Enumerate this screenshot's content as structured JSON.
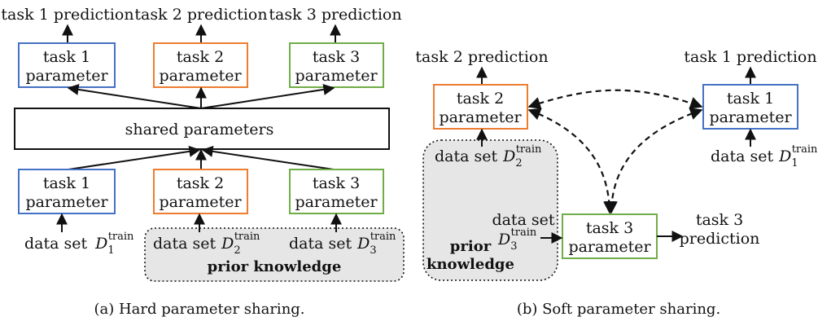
{
  "colors": {
    "blue": "#4472c4",
    "orange": "#ed7d31",
    "green": "#70ad47",
    "shaded": "#e6e6e6",
    "ink": "#111111"
  },
  "hard": {
    "top_predictions": [
      "task 1 prediction",
      "task 2 prediction",
      "task 3 prediction"
    ],
    "top_boxes": [
      {
        "line1": "task 1",
        "line2": "parameter"
      },
      {
        "line1": "task 2",
        "line2": "parameter"
      },
      {
        "line1": "task 3",
        "line2": "parameter"
      }
    ],
    "shared": "shared parameters",
    "bottom_boxes": [
      {
        "line1": "task 1",
        "line2": "parameter"
      },
      {
        "line1": "task 2",
        "line2": "parameter"
      },
      {
        "line1": "task 3",
        "line2": "parameter"
      }
    ],
    "datasets": [
      {
        "prefix": "data set",
        "sym": "D",
        "sub": "1",
        "sup": "train"
      },
      {
        "prefix": "data set",
        "sym": "D",
        "sub": "2",
        "sup": "train"
      },
      {
        "prefix": "data set",
        "sym": "D",
        "sub": "3",
        "sup": "train"
      }
    ],
    "prior": "prior knowledge",
    "caption": "(a)  Hard parameter sharing."
  },
  "soft": {
    "task2": {
      "pred": "task 2 prediction",
      "line1": "task 2",
      "line2": "parameter",
      "ds_prefix": "data set",
      "ds_sym": "D",
      "ds_sub": "2",
      "ds_sup": "train"
    },
    "task1": {
      "pred": "task 1 prediction",
      "line1": "task 1",
      "line2": "parameter",
      "ds_prefix": "data set",
      "ds_sym": "D",
      "ds_sub": "1",
      "ds_sup": "train"
    },
    "task3": {
      "pred_line1": "task 3",
      "pred_line2": "prediction",
      "line1": "task 3",
      "line2": "parameter",
      "ds_prefix": "data set",
      "ds_sym": "D",
      "ds_sub": "3",
      "ds_sup": "train"
    },
    "prior_line1": "prior",
    "prior_line2": "knowledge",
    "caption": "(b)  Soft parameter sharing."
  }
}
